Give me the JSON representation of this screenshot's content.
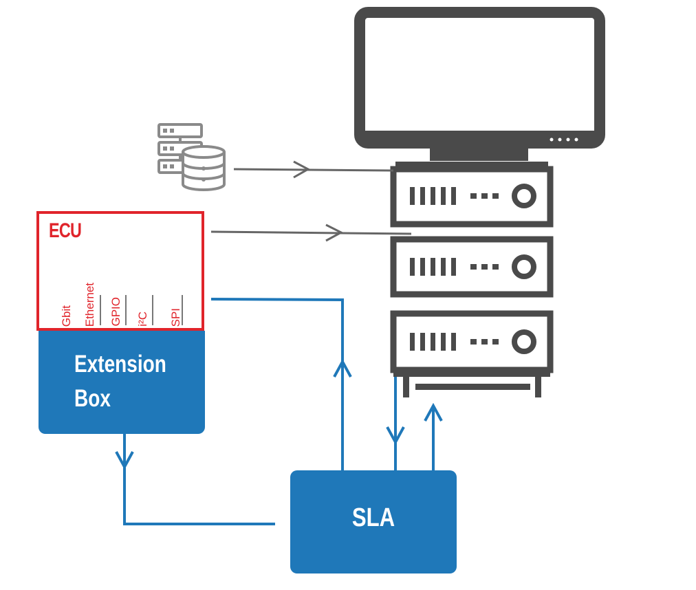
{
  "ecu": {
    "title": "ECU",
    "ports": [
      "Gbit",
      "Ethernet",
      "GPIO",
      "i²C",
      "SPI"
    ]
  },
  "extension_box": {
    "label_line1": "Extension",
    "label_line2": "Box"
  },
  "sla": {
    "label": "SLA"
  },
  "icons": {
    "monitor": "monitor-icon",
    "server_rack": "server-rack-icon",
    "data_storage": "server-database-icon"
  },
  "colors": {
    "ecu_red": "#e0242b",
    "box_blue": "#1f78b9",
    "connector_blue": "#1f78b9",
    "equipment_gray": "#4a4a4a",
    "arrow_gray": "#666666"
  }
}
